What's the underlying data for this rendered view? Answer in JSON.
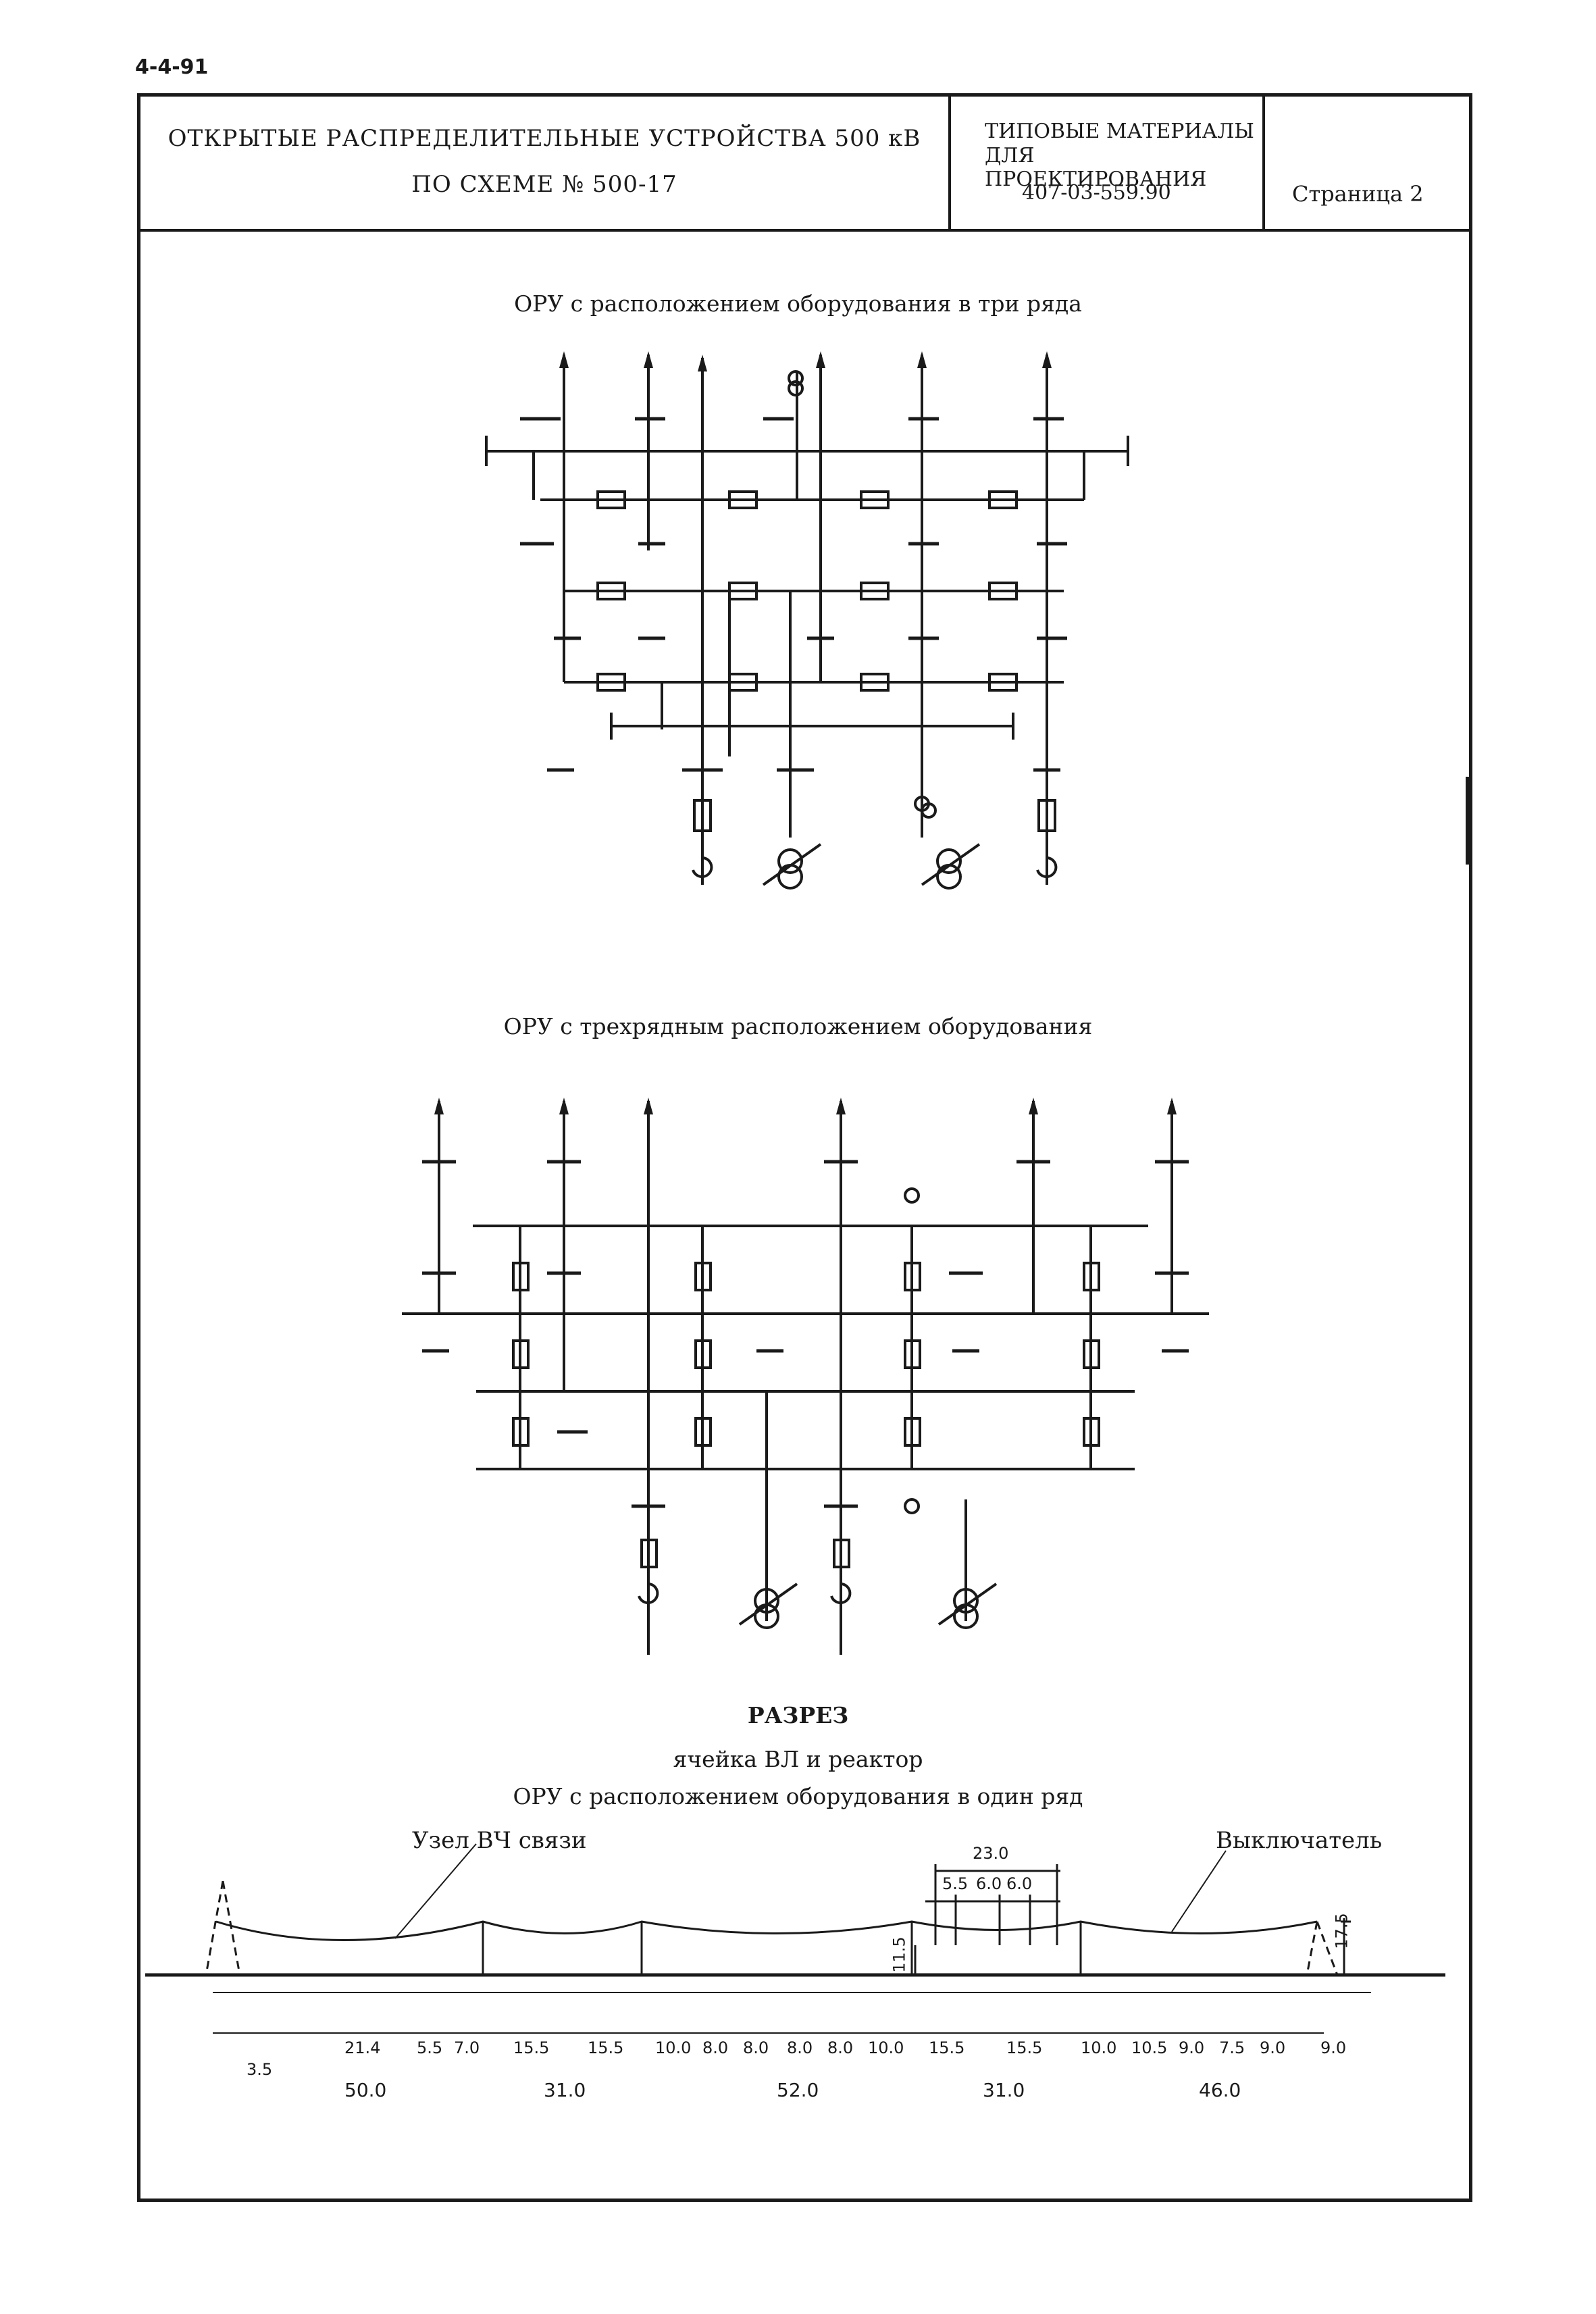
{
  "sheet_code": "4-4-91",
  "title_block": {
    "title_line1": "ОТКРЫТЫЕ РАСПРЕДЕЛИТЕЛЬНЫЕ УСТРОЙСТВА 500 кВ",
    "title_line2": "ПО СХЕМЕ № 500-17",
    "series_line1": "ТИПОВЫЕ МАТЕРИАЛЫ",
    "series_line2": "ДЛЯ ПРОЕКТИРОВАНИЯ",
    "series_code": "407-03-559.90",
    "page_label": "Страница 2"
  },
  "diagram1": {
    "caption": "ОРУ с расположением оборудования в три ряда"
  },
  "diagram2": {
    "caption": "ОРУ с трехрядным расположением  оборудования"
  },
  "section": {
    "heading": "РАЗРЕЗ",
    "subheading1": "ячейка ВЛ и реактор",
    "subheading2": "ОРУ с расположением оборудования в один ряд",
    "label_left": "Узел ВЧ связи",
    "label_right": "Выключатель",
    "top_dims": [
      "23.0",
      "5.5",
      "6.0",
      "6.0"
    ],
    "vert_dims": [
      "11.5",
      "17.5"
    ],
    "row1_dims": [
      "21.4",
      "5.5",
      "7.0",
      "15.5",
      "15.5",
      "10.0",
      "8.0",
      "8.0",
      "8.0",
      "8.0",
      "10.0",
      "15.5",
      "15.5",
      "10.0",
      "10.5",
      "9.0",
      "7.5",
      "9.0",
      "9.0"
    ],
    "row1_small": "3.5",
    "row2_dims": [
      "50.0",
      "31.0",
      "52.0",
      "31.0",
      "46.0"
    ]
  }
}
